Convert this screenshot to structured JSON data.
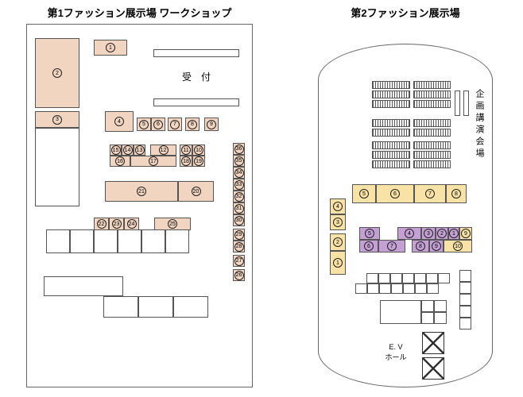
{
  "colors": {
    "pink": "#f2d5c0",
    "yellow": "#f8e2a5",
    "purple": "#c5a0d5",
    "line": "#555555"
  },
  "hall1": {
    "title": "第1ファッション展示場 ワークショップ",
    "reception_label": "受　付",
    "booths": {
      "n1": "1",
      "n2": "2",
      "n3": "3",
      "n4": "4",
      "n5": "5",
      "n6": "6",
      "n7": "7",
      "n8": "8",
      "n9": "9",
      "n10": "10",
      "n11": "11",
      "n12": "12",
      "n13": "13",
      "n14": "14",
      "n15": "15",
      "n16": "16",
      "n17": "17",
      "n18": "18",
      "n19": "19",
      "n20": "20",
      "n21": "21",
      "n22": "22",
      "n23": "23",
      "n24": "24",
      "n25": "25",
      "n26": "26",
      "n27": "27",
      "n28": "28",
      "n29": "29",
      "n30": "30",
      "n31": "31",
      "n32": "32",
      "n33": "33",
      "n34": "34",
      "n35": "35",
      "n36": "36"
    }
  },
  "hall2": {
    "title": "第2ファッション展示場",
    "lecture_hall_label": "企画講演会場",
    "elevator_label_line1": "E. V",
    "elevator_label_line2": "ホール",
    "yellow_booths": {
      "n1": "1",
      "n2": "2",
      "n3": "3",
      "n4": "4",
      "n5": "5",
      "n6": "6",
      "n7": "7",
      "n8": "8",
      "n9": "9",
      "n10": "10"
    },
    "purple_booths": {
      "n1": "1",
      "n2": "2",
      "n3": "3",
      "n4": "4",
      "n5": "5",
      "n6": "6",
      "n7": "7",
      "n8": "8",
      "n9": "9"
    }
  }
}
